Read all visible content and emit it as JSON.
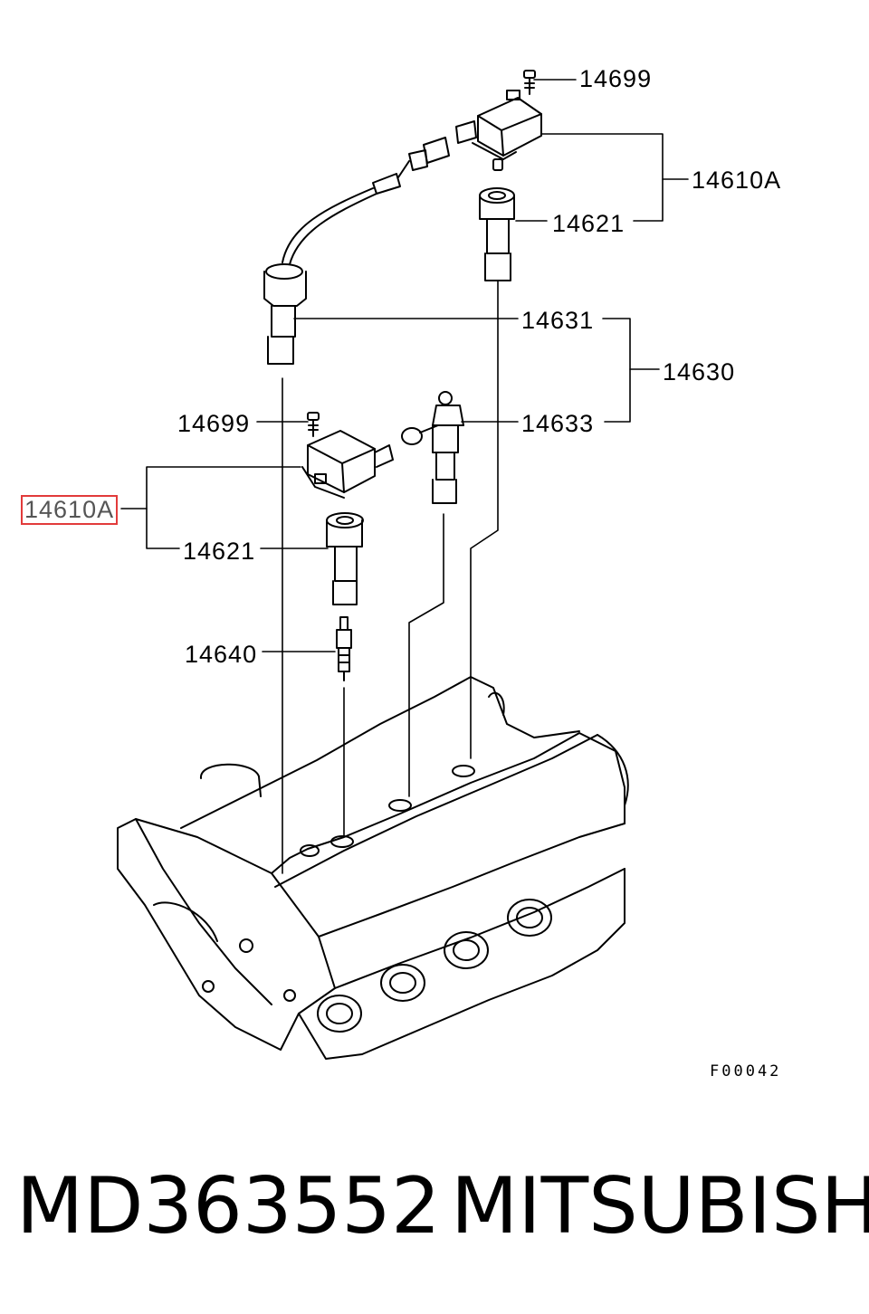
{
  "callouts": {
    "bolt_top": "14699",
    "coil_top_group": "14610A",
    "boot_top": "14621",
    "cable_end": "14631",
    "cable_set": "14630",
    "cable_connector": "14633",
    "bolt_left": "14699",
    "coil_left_group": "14610A",
    "boot_left": "14621",
    "spark_plug": "14640"
  },
  "figure_code": "F00042",
  "caption": {
    "part_number": "MD363552",
    "brand": "MITSUBISHI"
  },
  "colors": {
    "ink": "#000000",
    "highlight": "#e23b3b"
  },
  "icons": [
    "ignition-coil-icon",
    "bolt-icon",
    "spark-plug-boot-icon",
    "ignition-cable-icon",
    "spark-plug-icon",
    "cylinder-head-icon"
  ]
}
